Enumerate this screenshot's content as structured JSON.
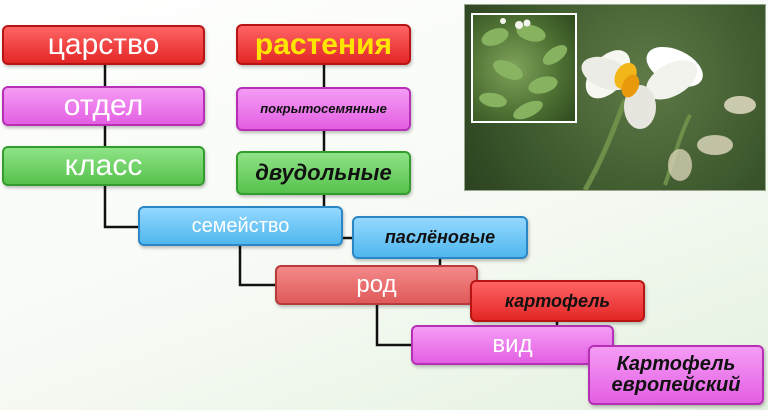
{
  "ranks": {
    "kingdom": "царство",
    "division": "отдел",
    "class": "класс",
    "family": "семейство",
    "genus": "род",
    "species": "вид"
  },
  "taxa": {
    "kingdom": "растения",
    "division": "покрытосемянные",
    "class": "двудольные",
    "family": "паслёновые",
    "genus": "картофель",
    "species_line1": "Картофель",
    "species_line2": "европейский"
  },
  "colors": {
    "kingdom": "#ef3b3b",
    "division": "#ec7bec",
    "class": "#6ccf63",
    "family": "#6ec8f6",
    "genus": "#ea6f6f",
    "species": "#ec7bec",
    "taxon_text_kingdom": "#ffe600"
  },
  "photos": {
    "main_icon": "potato-flower-icon",
    "inset_icon": "potato-plant-icon"
  }
}
